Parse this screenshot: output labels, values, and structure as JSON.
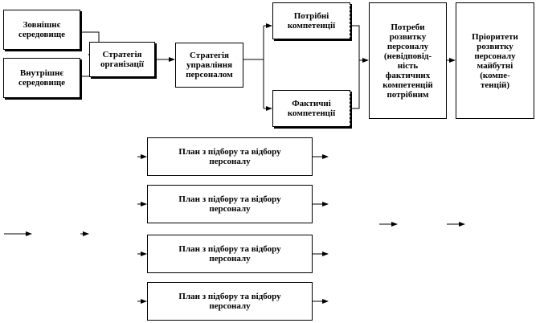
{
  "diagram": {
    "external_env": "Зовнішнє\nсередовище",
    "internal_env": "Внутрішнє\nсередовище",
    "org_strategy": "Стратегія\nорганізації",
    "hr_strategy": "Стратегія\nуправління\nперсоналом",
    "required_comp": "Потрібні\nкомпетенції",
    "actual_comp": "Фактичні\nкомпетенції",
    "dev_needs": "Потреби\nрозвитку\nперсоналу\n(невідповід-\nність\nфактичних\nкомпетенцій\nпотрібним",
    "dev_priorities": "Пріоритети\nрозвитку\nперсоналу\nмайбутні\n(компе-\nтенцій)",
    "plans": [
      "План з підбору та відбору\nперсоналу",
      "План з підбору та відбору\nперсоналу",
      "План з підбору та відбору\nперсоналу",
      "План з підбору та відбору\nперсоналу"
    ]
  }
}
